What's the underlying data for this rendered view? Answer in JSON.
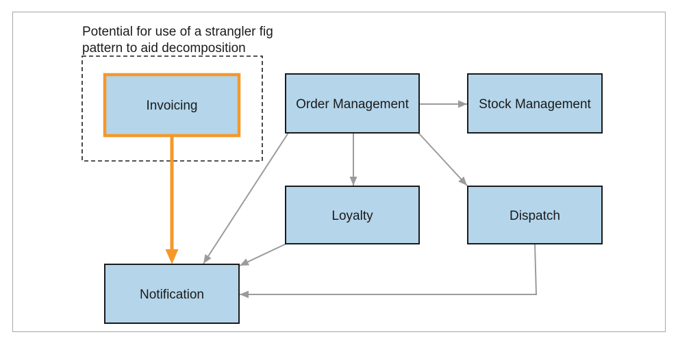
{
  "annotation": {
    "line1": "Potential for use of a strangler fig",
    "line2": "pattern to aid decomposition"
  },
  "nodes": {
    "invoicing": "Invoicing",
    "order_management": "Order Management",
    "stock_management": "Stock Management",
    "loyalty": "Loyalty",
    "dispatch": "Dispatch",
    "notification": "Notification"
  },
  "colors": {
    "box_fill": "#b4d5ea",
    "box_border": "#1a1a1a",
    "highlight": "#f5982a",
    "arrow": "#9b9b9b",
    "frame": "#a6a6a6",
    "group_border": "#1a1a1a"
  }
}
